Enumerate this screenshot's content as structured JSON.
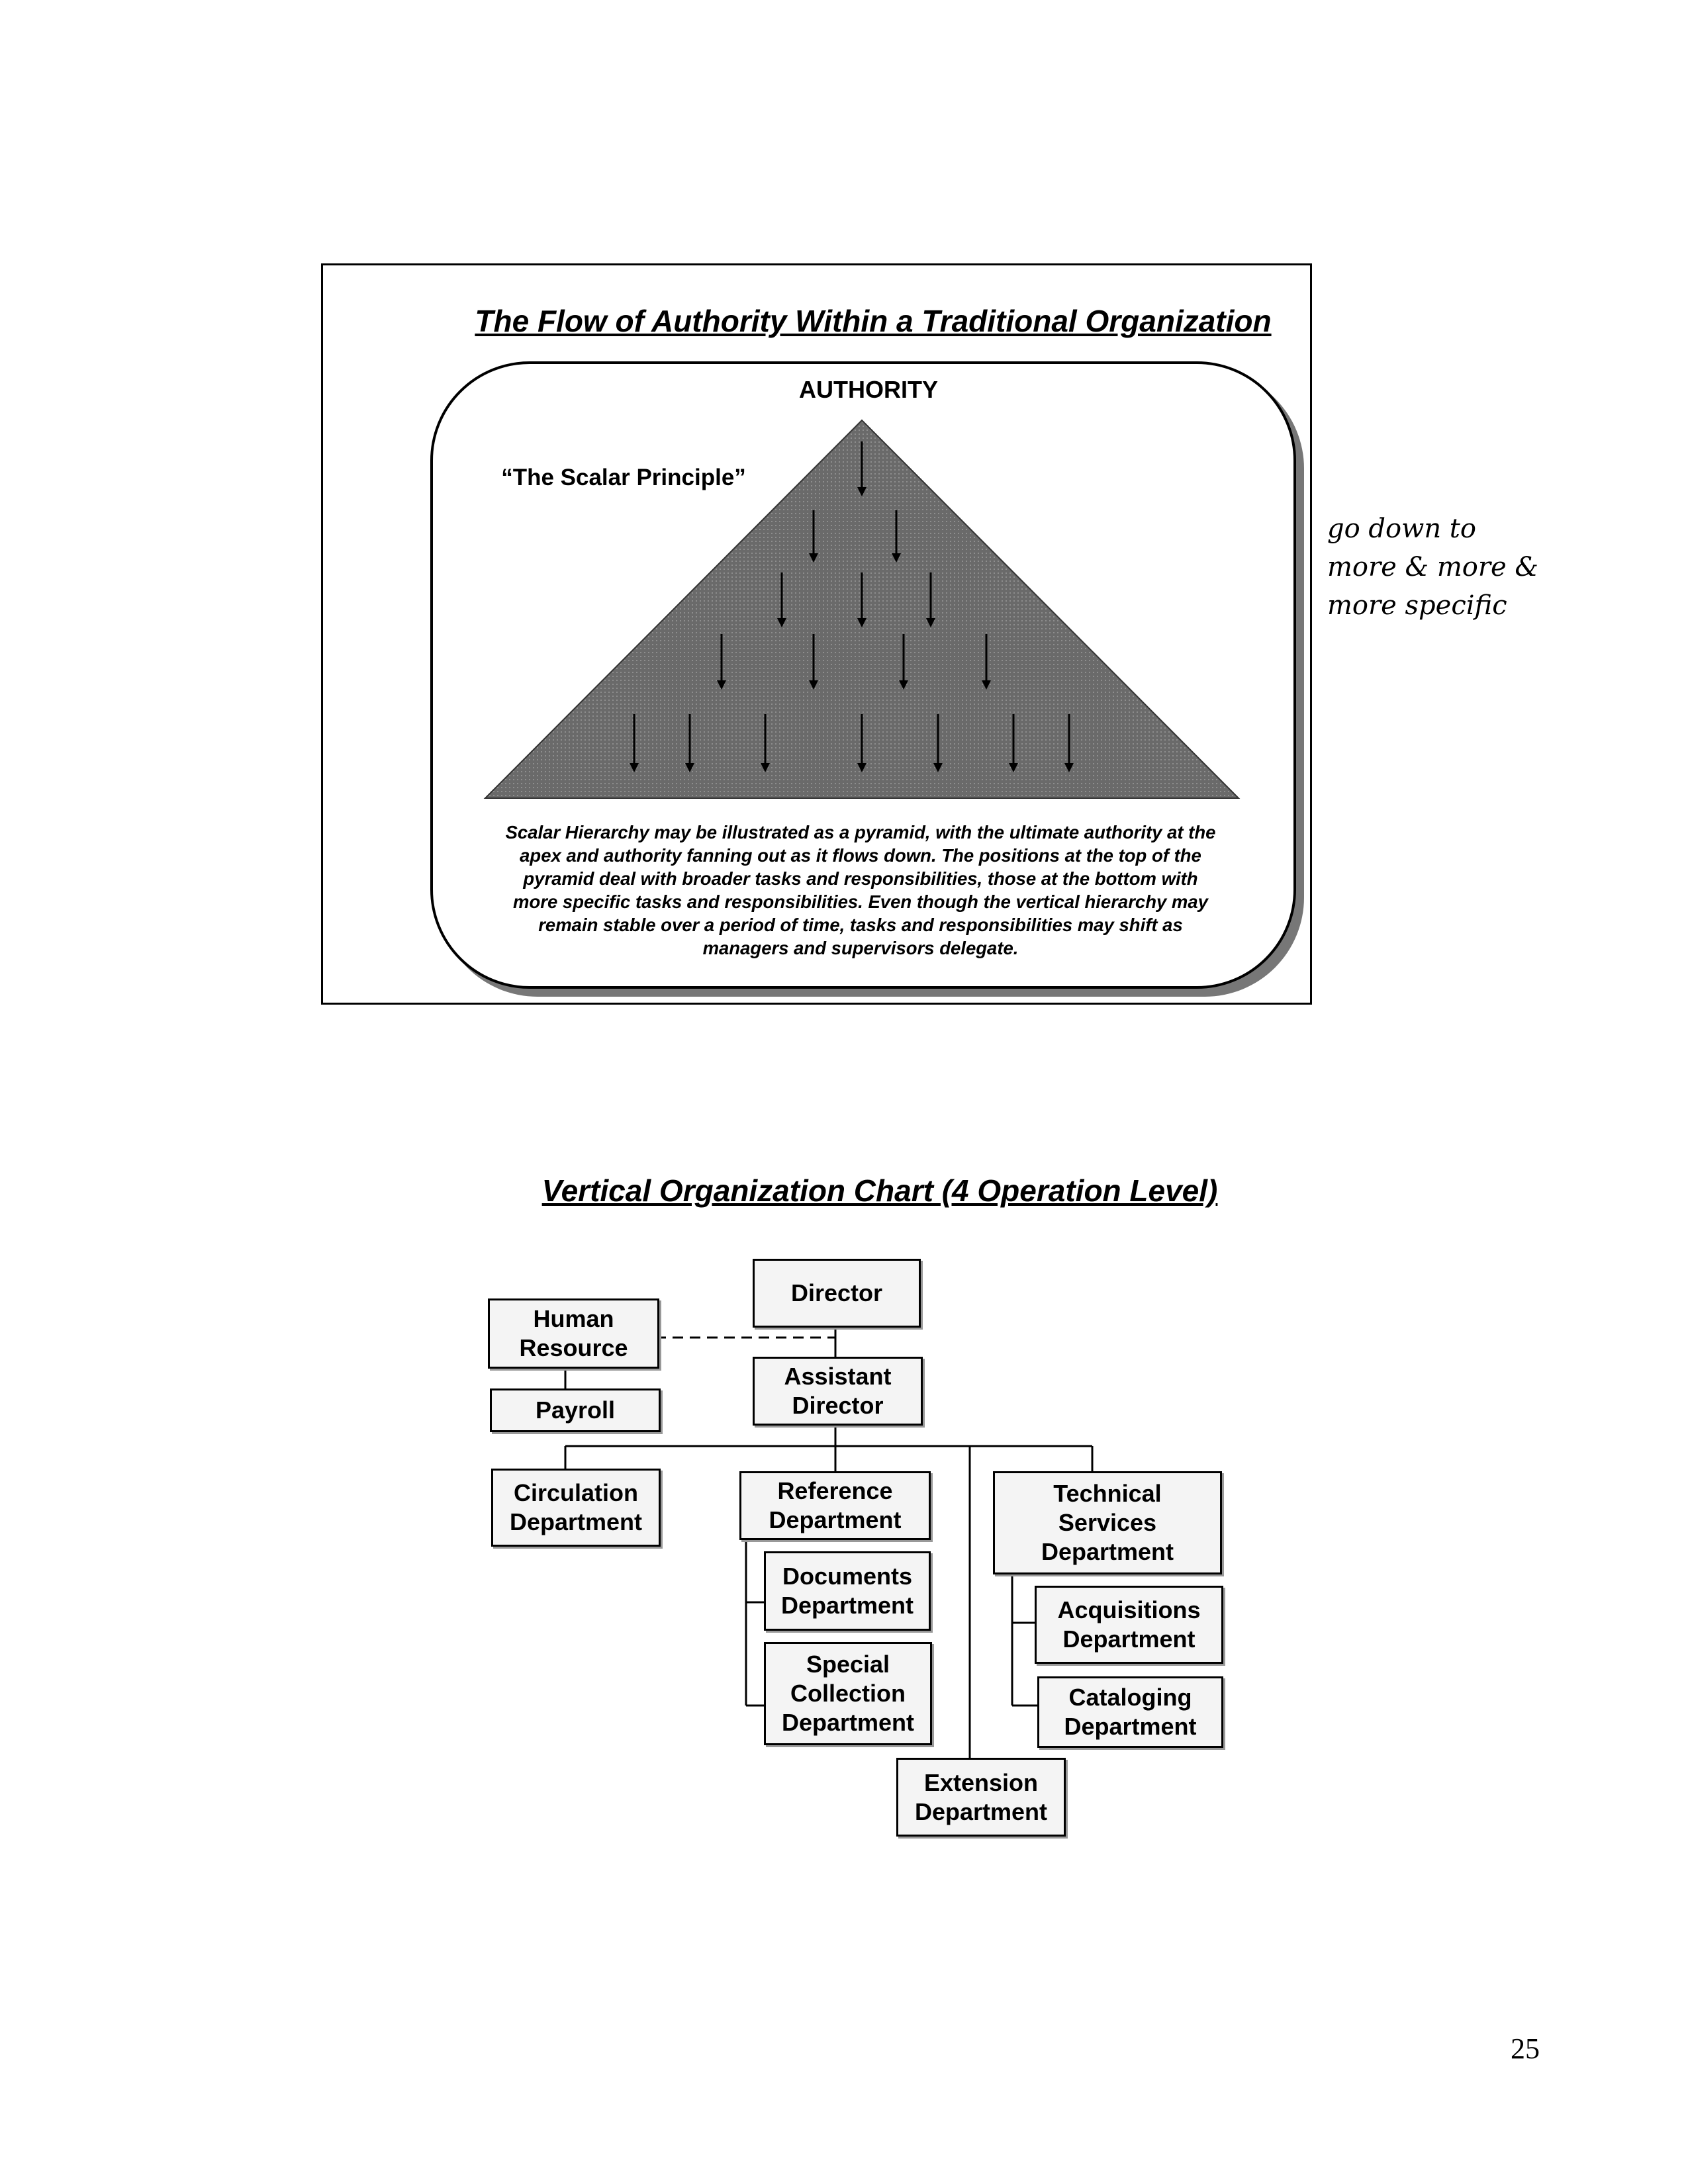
{
  "slide1": {
    "title": "The Flow of Authority Within a Traditional Organization",
    "top_label": "AUTHORITY",
    "pyramid_label": "“The Scalar Principle”",
    "description": "Scalar Hierarchy may be illustrated as a pyramid, with the ultimate authority at the apex and authority fanning out as it flows down. The positions at the top of the pyramid deal with broader tasks and responsibilities, those at the bottom with more specific tasks and responsibilities. Even though the vertical hierarchy may remain stable over a period of time, tasks and responsibilities may shift as managers and supervisors delegate."
  },
  "handwritten_note": "go down to more & more & more specific",
  "slide2": {
    "title": "Vertical Organization Chart (4 Operation Level)",
    "boxes": {
      "director": "Director",
      "human_resource": "Human\nResource",
      "payroll": "Payroll",
      "assistant_director": "Assistant\nDirector",
      "circulation": "Circulation\nDepartment",
      "reference": "Reference\nDepartment",
      "technical": "Technical\nServices\nDepartment",
      "documents": "Documents\nDepartment",
      "special": "Special\nCollection\nDepartment",
      "acquisitions": "Acquisitions\nDepartment",
      "cataloging": "Cataloging\nDepartment",
      "extension": "Extension\nDepartment"
    }
  },
  "page_number": "25"
}
